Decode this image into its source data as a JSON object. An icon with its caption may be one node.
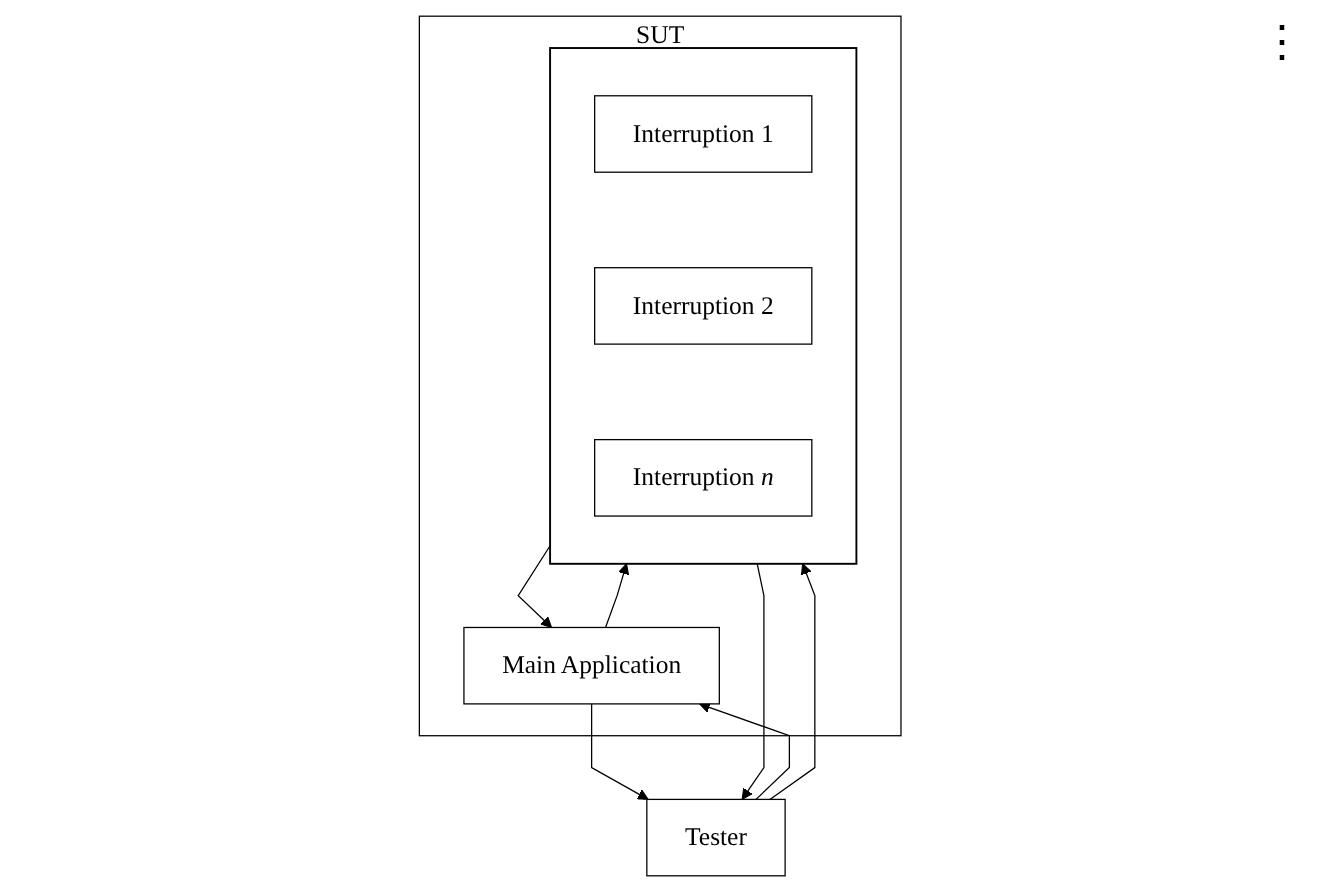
{
  "diagram": {
    "nodes": [
      {
        "text": [
          "SUT"
        ]
      },
      {
        "text": [
          "Main Application"
        ],
        "in": 0
      },
      {
        "text": [],
        "shape": "box",
        "in": 0
      },
      {
        "text": [
          "Interruption 1"
        ],
        "in": 2
      },
      {
        "text": [
          "Interruption 2"
        ],
        "in": 2
      },
      {
        "text": [
          "Interruption *n*"
        ],
        "in": 2
      },
      {
        "text": [
          "Tester"
        ]
      }
    ],
    "edges": [
      {
        "from": 2,
        "to": 1,
        "arrow": "to"
      },
      {
        "from": 1,
        "to": 2,
        "arrow": "to"
      },
      {
        "from": 6,
        "to": 1,
        "arrow": "to"
      },
      {
        "from": 1,
        "to": 6,
        "arrow": "to"
      },
      {
        "from": 2,
        "to": 6,
        "arrow": "to"
      },
      {
        "from": 6,
        "to": 2,
        "arrow": "to"
      }
    ],
    "labels": [
      "⋮"
    ]
  }
}
